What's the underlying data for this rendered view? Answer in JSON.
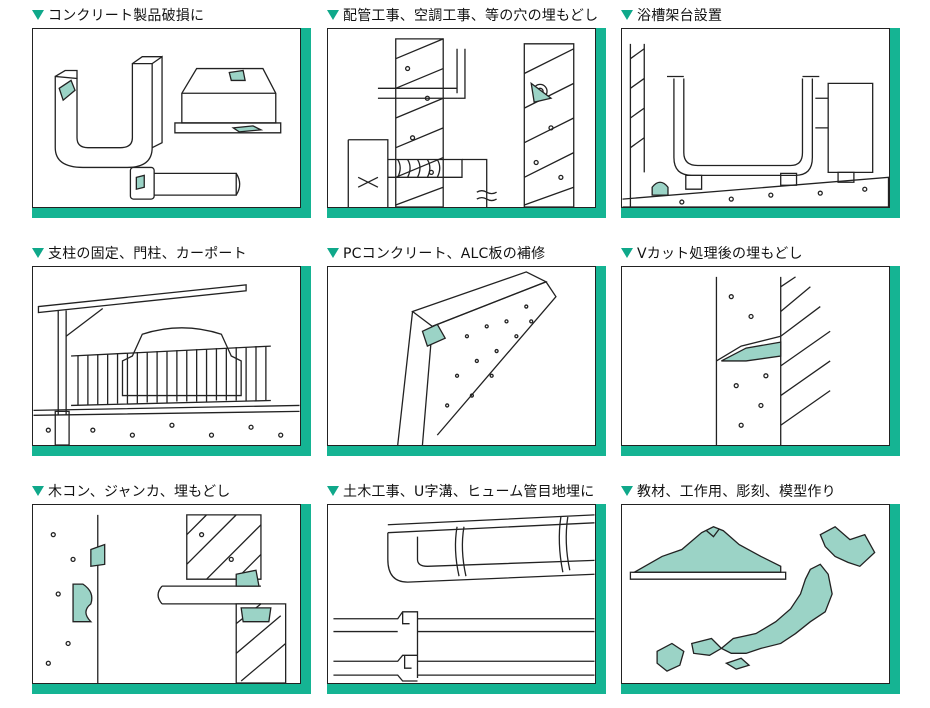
{
  "colors": {
    "accent": "#15b493",
    "marker": "#0fa88a",
    "patch": "#9bd3c6"
  },
  "panels": [
    {
      "title": "コンクリート製品破損に",
      "icon": "concrete-products-illustration"
    },
    {
      "title": "配管工事、空調工事、等の穴の埋もどし",
      "icon": "pipe-hole-illustration"
    },
    {
      "title": "浴槽架台設置",
      "icon": "bathtub-stand-illustration"
    },
    {
      "title": "支柱の固定、門柱、カーポート",
      "icon": "carport-post-illustration"
    },
    {
      "title": "PCコンクリート、ALC板の補修",
      "icon": "pc-alc-panel-illustration"
    },
    {
      "title": "Vカット処理後の埋もどし",
      "icon": "v-cut-illustration"
    },
    {
      "title": "木コン、ジャンカ、埋もどし",
      "icon": "honeycomb-repair-illustration"
    },
    {
      "title": "土木工事、U字溝、ヒューム管目地埋に",
      "icon": "u-gutter-pipe-illustration"
    },
    {
      "title": "教材、工作用、彫刻、模型作り",
      "icon": "japan-map-model-illustration"
    }
  ]
}
